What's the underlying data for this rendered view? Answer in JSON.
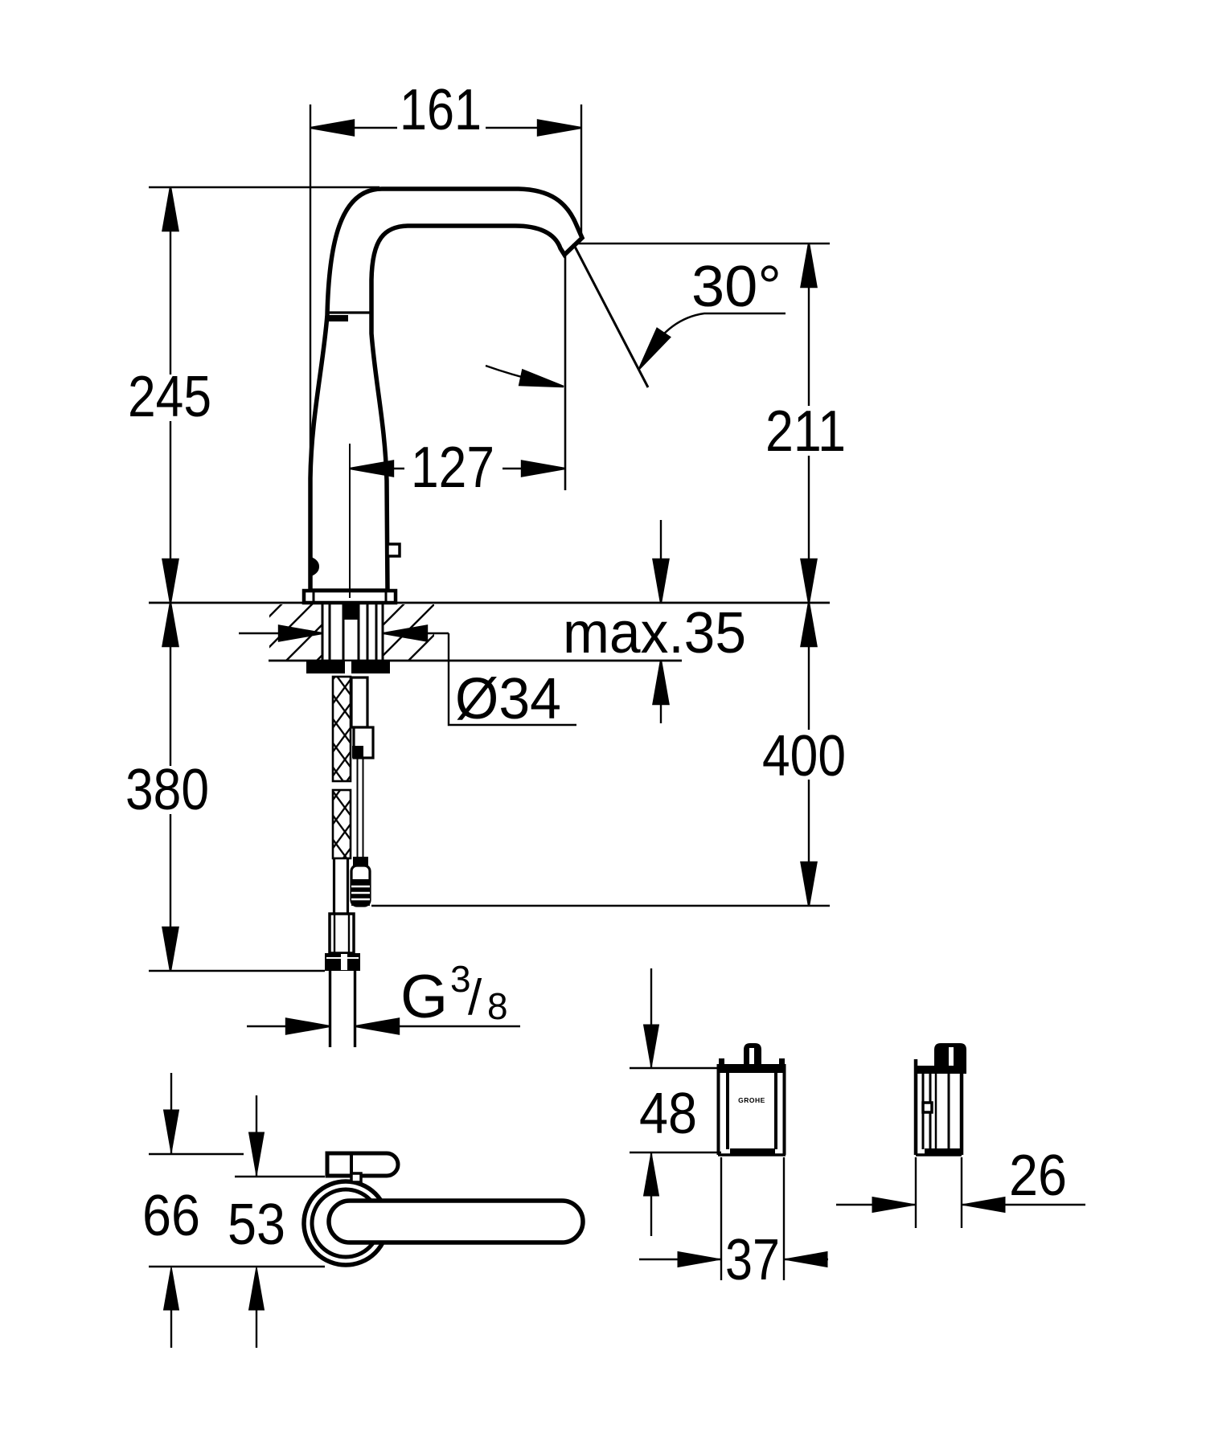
{
  "drawing": {
    "type": "technical-dimension-drawing",
    "product": "deck-mounted infrared basin faucet with control box",
    "line_color": "#000000",
    "background_color": "#ffffff"
  },
  "labels": {
    "spout_reach": "161",
    "spout_angle": "30°",
    "body_height_above_deck": "245",
    "outlet_height": "211",
    "outlet_reach": "127",
    "deck_max_thickness": "max.35",
    "hole_diameter": "Ø34",
    "hose_length": "380",
    "cable_length": "400",
    "thread_prefix": "G",
    "thread_numerator": "3",
    "thread_slash": "/",
    "thread_denominator": "8",
    "topview_total_depth": "66",
    "topview_front_depth": "53",
    "controlbox_height": "48",
    "controlbox_width": "37",
    "controlbox_depth": "26",
    "controlbox_logo": "GROHE"
  }
}
